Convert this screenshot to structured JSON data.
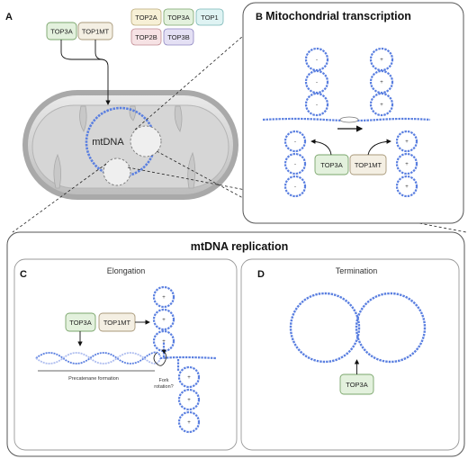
{
  "panels": {
    "a": {
      "letter": "A",
      "top3a": "TOP3A",
      "top1mt": "TOP1MT",
      "mtdna": "mtDNA",
      "legend": [
        "TOP2A",
        "TOP3A",
        "TOP1",
        "TOP2B",
        "TOP3B"
      ]
    },
    "b": {
      "letter": "B",
      "title": "Mitochondrial transcription",
      "top3a": "TOP3A",
      "top1mt": "TOP1MT"
    },
    "replication_title": "mtDNA replication",
    "c": {
      "letter": "C",
      "title": "Elongation",
      "top3a": "TOP3A",
      "top1mt": "TOP1MT",
      "precatenane": "Precatenane formation",
      "fork_rotation_1": "Fork",
      "fork_rotation_2": "rotation?"
    },
    "d": {
      "letter": "D",
      "title": "Termination",
      "top3a": "TOP3A"
    }
  },
  "colors": {
    "dna": "#5a7fe0",
    "top3a_fill": "#e3f1dd",
    "top3a_stroke": "#7aa56b",
    "top1mt_fill": "#f4efe3",
    "top1mt_stroke": "#a8997a",
    "top2a_fill": "#f7f0d6",
    "top1_fill": "#dff3f3",
    "top2b_fill": "#f6e2e4",
    "top3b_fill": "#e4e0f4"
  },
  "signs": {
    "minus": "-",
    "plus": "+"
  }
}
